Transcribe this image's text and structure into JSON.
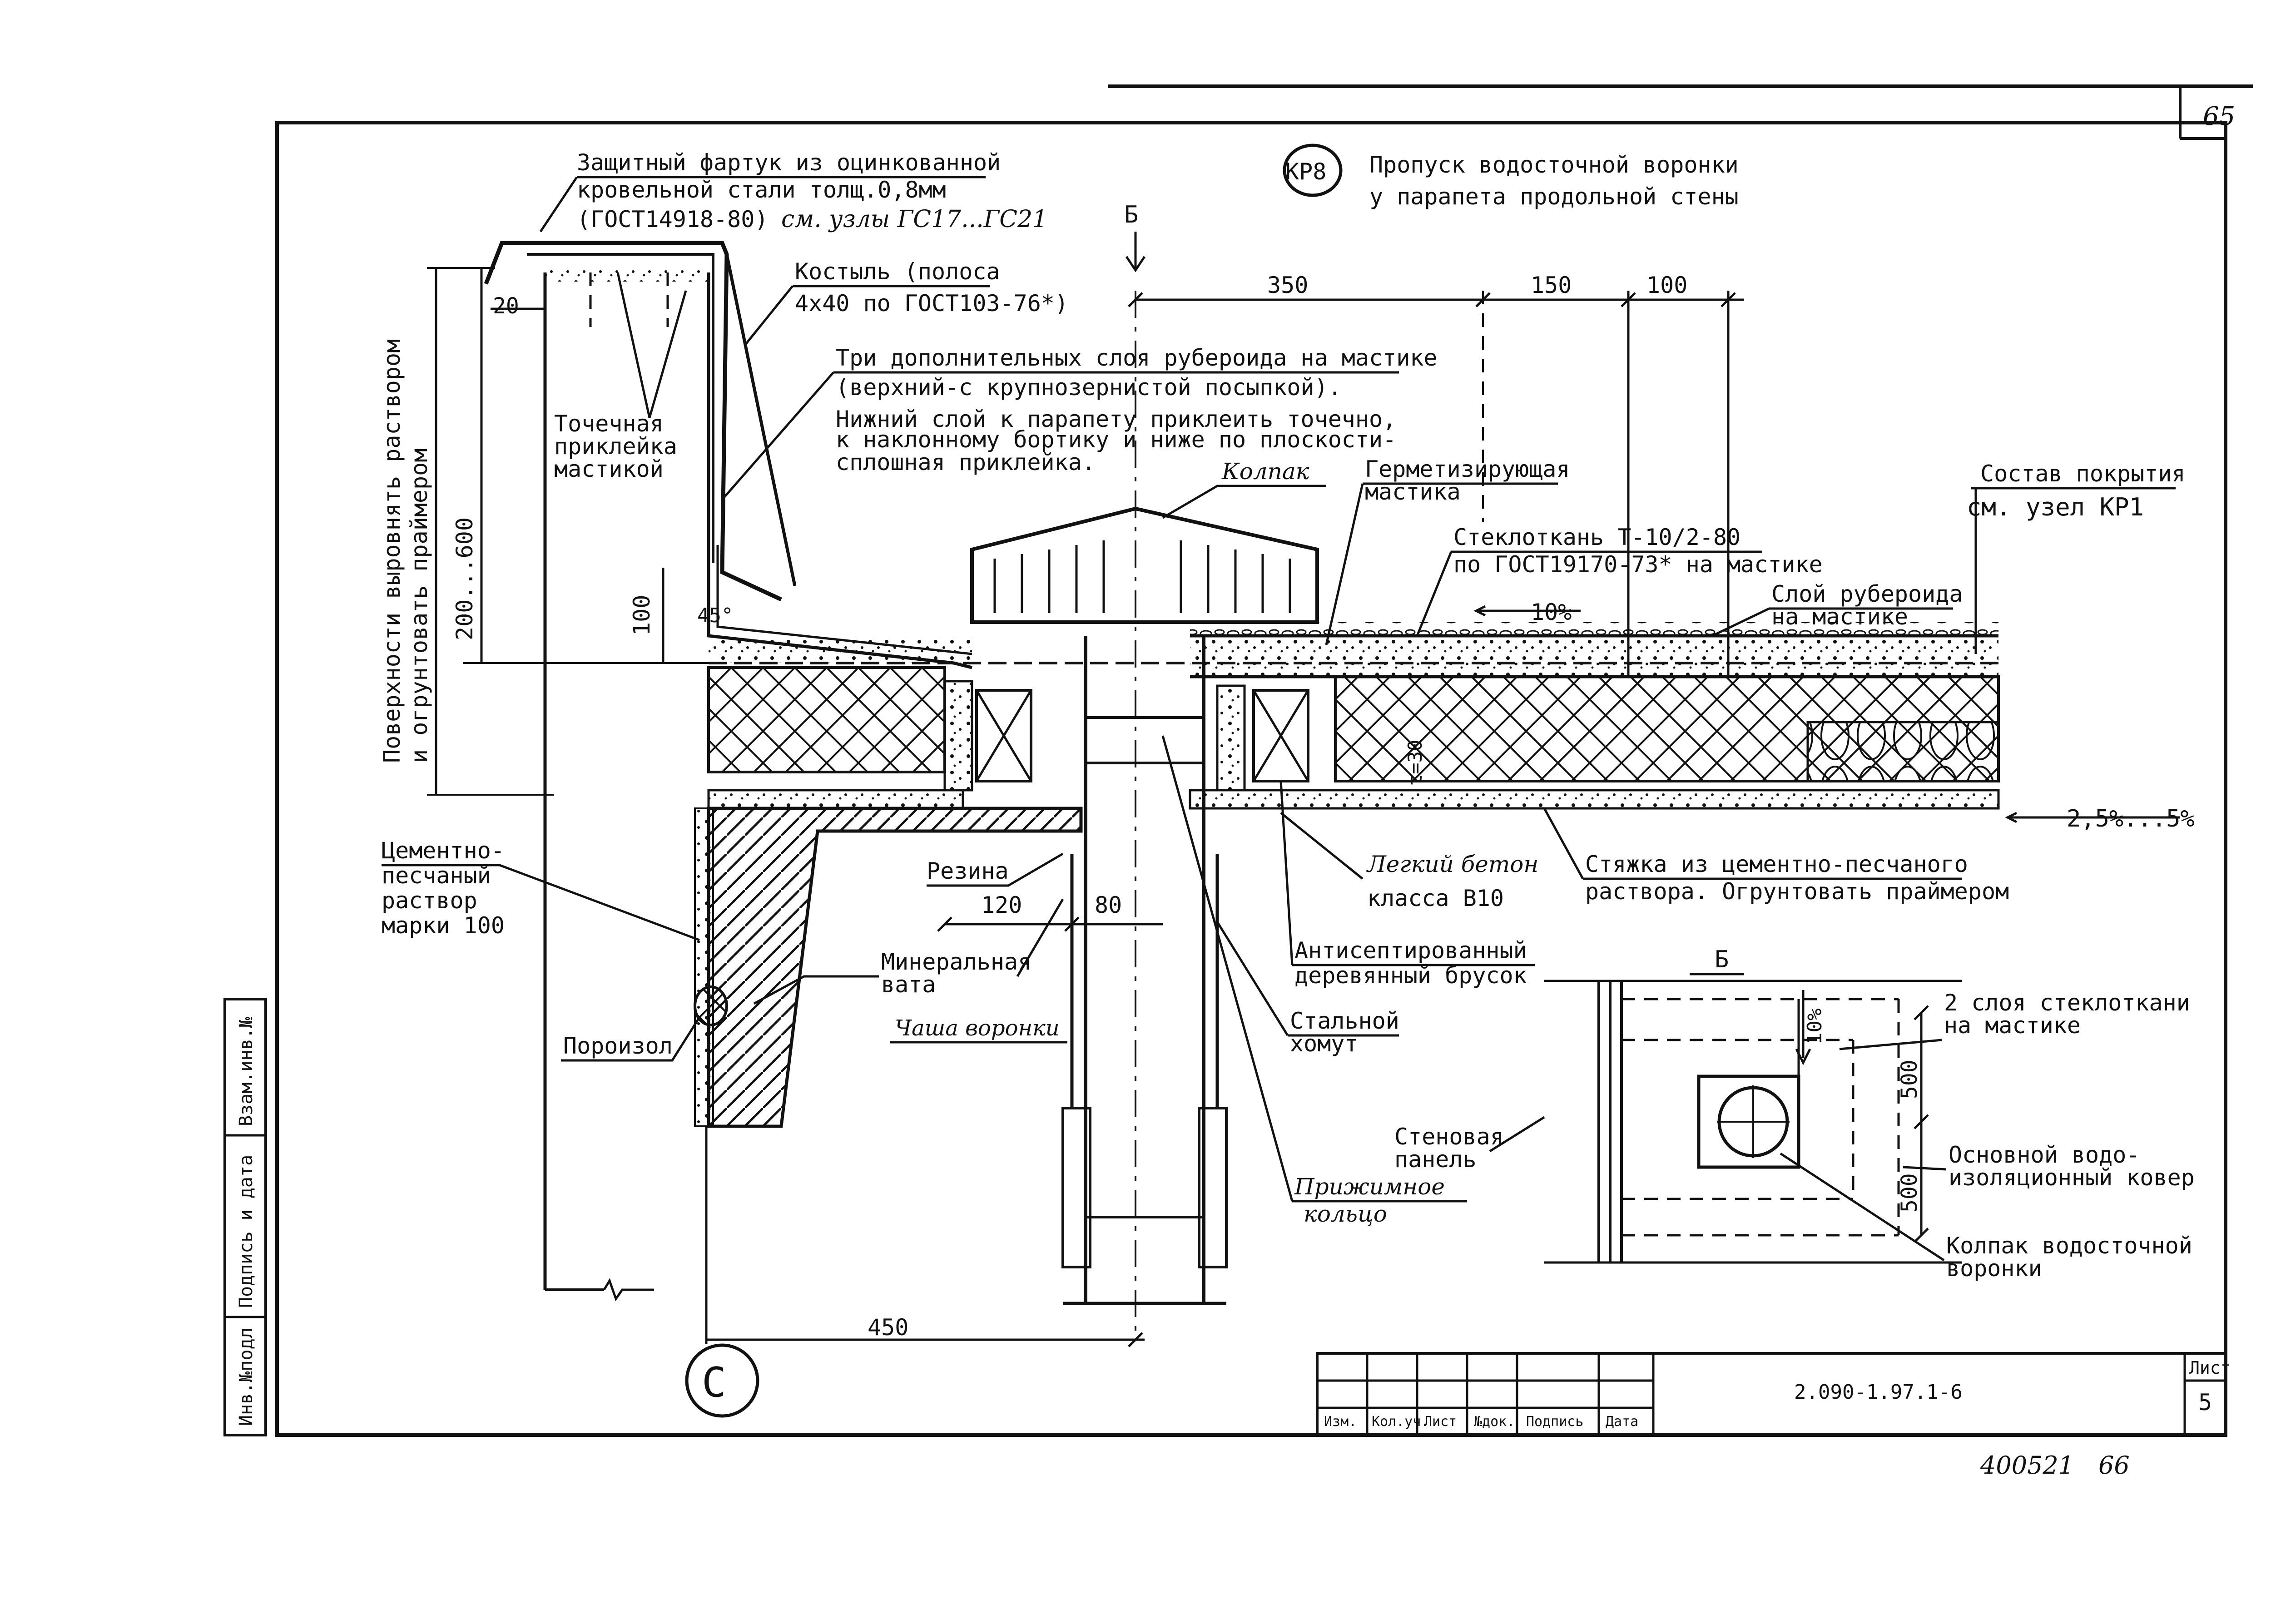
{
  "header": {
    "page_number": "65",
    "node_code": "КР8",
    "title_line1": "Пропуск водосточной воронки",
    "title_line2": "у парапета продольной стены"
  },
  "labels": {
    "apron_line1": "Защитный фартук из оцинкованной",
    "apron_line2": "кровельной стали толщ.0,8мм",
    "apron_line3": "(ГОСТ14918-80)",
    "apron_see": "см. узлы ГС17...ГС21",
    "crutch_line1": "Костыль (полоса",
    "crutch_line2": "4х40 по ГОСТ103-76*)",
    "layers_line1": "Три дополнительных слоя рубероида на мастике",
    "layers_line2": "(верхний-с крупнозернистой посыпкой).",
    "layers_line3": "Нижний слой к парапету приклеить точечно,",
    "layers_line4": "к наклонному бортику и ниже по плоскости-",
    "layers_line5": "сплошная приклейка.",
    "spot_line1": "Точечная",
    "spot_line2": "приклейка",
    "spot_line3": "мастикой",
    "cap": "Колпак",
    "sealant_line1": "Герметизирующая",
    "sealant_line2": "мастика",
    "fiberglass_line1": "Стеклоткань Т-10/2-80",
    "fiberglass_line2": "по ГОСТ19170-73* на мастике",
    "composition_line1": "Состав покрытия",
    "composition_line2": "см. узел КР1",
    "ruberoid_line1": "Слой рубероида",
    "ruberoid_line2": "на мастике",
    "slope": "10%",
    "cement_line1": "Цементно-",
    "cement_line2": "песчаный",
    "cement_line3": "раствор",
    "cement_line4": "марки 100",
    "rubber": "Резина",
    "light_concrete_line1": "Легкий бетон",
    "light_concrete_line2": "класса В10",
    "screed_line1": "Стяжка из цементно-песчаного",
    "screed_line2": "раствора. Огрунтовать праймером",
    "slope_range": "2,5%...5%",
    "mineral_line1": "Минеральная",
    "mineral_line2": "вата",
    "antiseptic_line1": "Антисептированный",
    "antiseptic_line2": "деревянный брусок",
    "bowl": "Чаша воронки",
    "poroizol": "Пороизол",
    "clamp_line1": "Стальной",
    "clamp_line2": "хомут",
    "ring_line1": "Прижимное",
    "ring_line2": "кольцо",
    "vertical_line1": "Поверхности выровнять раствором",
    "vertical_line2": "и огрунтовать праймером",
    "wall_panel_line1": "Стеновая",
    "wall_panel_line2": "панель",
    "two_layers_line1": "2 слоя стеклоткани",
    "two_layers_line2": "на мастике",
    "main_carpet_line1": "Основной водо-",
    "main_carpet_line2": "изоляционный ковер",
    "drain_cap_line1": "Колпак водосточной",
    "drain_cap_line2": "воронки",
    "section_b": "Б",
    "axis_c": "С"
  },
  "dimensions": {
    "d350": "350",
    "d150": "150",
    "d100": "100",
    "d20": "20",
    "d200_600": "200...600",
    "d100v": "100",
    "d45": "45°",
    "d120": "120",
    "d80": "80",
    "d450": "450",
    "t30": "t=30",
    "d500a": "500",
    "d500b": "500",
    "plan_slope": "10%"
  },
  "title_block": {
    "columns": [
      "Изм.",
      "Кол.уч.",
      "Лист",
      "№док.",
      "Подпись",
      "Дата"
    ],
    "doc_code": "2.090-1.97.1-6",
    "sheet_label": "Лист",
    "sheet_number": "5",
    "side_stamp": [
      "Инв.№подл",
      "Подпись и дата",
      "Взам.инв.№"
    ],
    "archive_number": "400521",
    "archive_page": "66"
  }
}
